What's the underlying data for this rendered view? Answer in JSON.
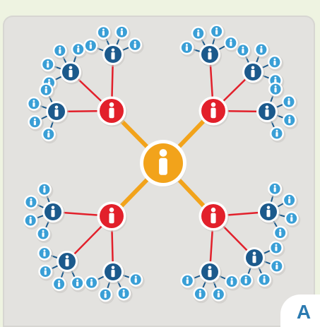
{
  "panel_label": "A",
  "colors": {
    "background": "#e3e2df",
    "frame": "#eef3e1",
    "hub": "#f2a31b",
    "tier1": "#e2202b",
    "tier2": "#1c5a8c",
    "tier3": "#3a9fd6",
    "link_hub": "#f2a31b",
    "link_tier1": "#e2202b",
    "link_tier2": "#1c5a8c",
    "label": "#2b7ab0"
  },
  "network": {
    "hub_icon": "person-icon",
    "tier1_count": 4,
    "tier2_per_tier1": 3,
    "tier3_per_tier2": 4
  }
}
